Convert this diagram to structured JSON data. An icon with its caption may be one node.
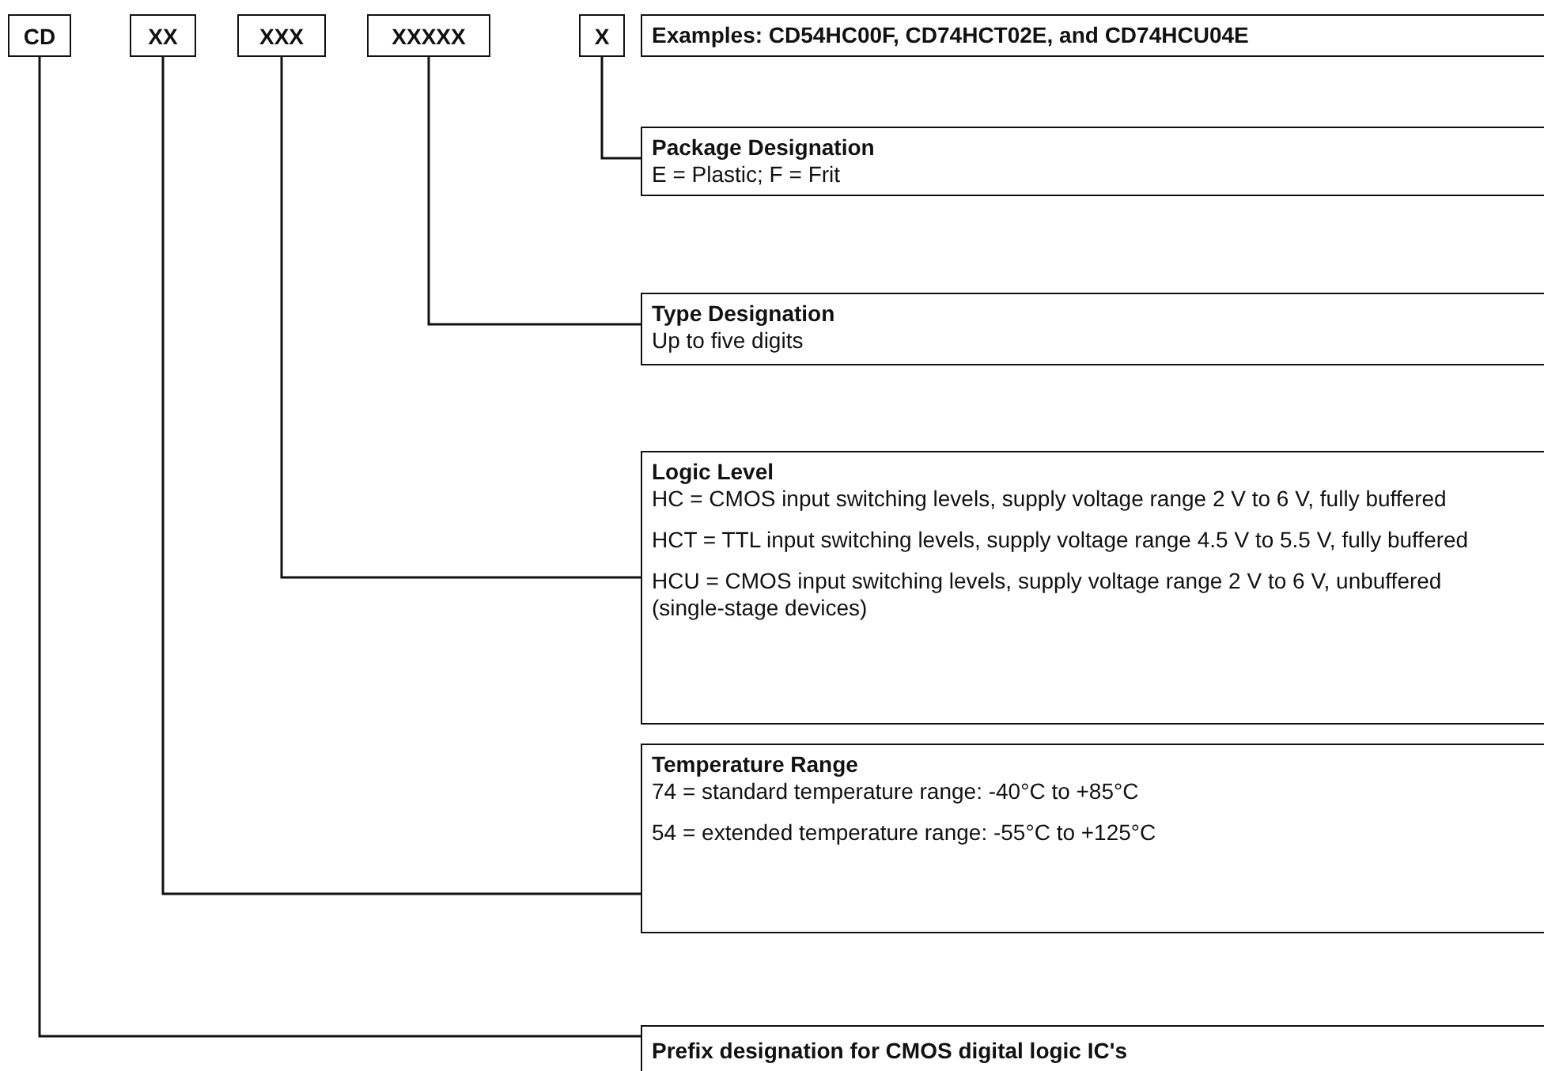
{
  "diagram": {
    "nodes": [
      {
        "text": [
          "CD"
        ]
      },
      {
        "text": [
          "XX"
        ]
      },
      {
        "text": [
          "XXX"
        ]
      },
      {
        "text": [
          "XXXXX"
        ]
      },
      {
        "text": [
          "X"
        ]
      },
      {
        "text": [
          "Examples: CD54HC00F, CD74HCT02E, and CD74HCU04E"
        ]
      },
      {
        "text": [
          "Package Designation",
          "E = Plastic; F = Frit"
        ]
      },
      {
        "text": [
          "Type Designation",
          "Up to five digits"
        ]
      },
      {
        "text": [
          "Logic Level",
          "HC = CMOS input switching levels, supply voltage range 2 V to 6 V, fully buffered",
          "HCT = TTL input switching levels, supply voltage range 4.5 V to 5.5 V, fully buffered",
          "HCU = CMOS input switching levels, supply voltage range 2 V to 6 V, unbuffered (single-stage devices)"
        ]
      },
      {
        "text": [
          "Temperature Range",
          "74 = standard temperature range: -40°C to +85°C",
          "54 = extended temperature range: -55°C to +125°C"
        ]
      },
      {
        "text": [
          "Prefix designation for CMOS digital logic IC's"
        ]
      }
    ],
    "edges": [
      {
        "from": 4,
        "to": 6,
        "arrow": "none"
      },
      {
        "from": 3,
        "to": 7,
        "arrow": "none"
      },
      {
        "from": 2,
        "to": 8,
        "arrow": "none"
      },
      {
        "from": 1,
        "to": 9,
        "arrow": "none"
      },
      {
        "from": 0,
        "to": 10,
        "arrow": "none"
      }
    ]
  }
}
